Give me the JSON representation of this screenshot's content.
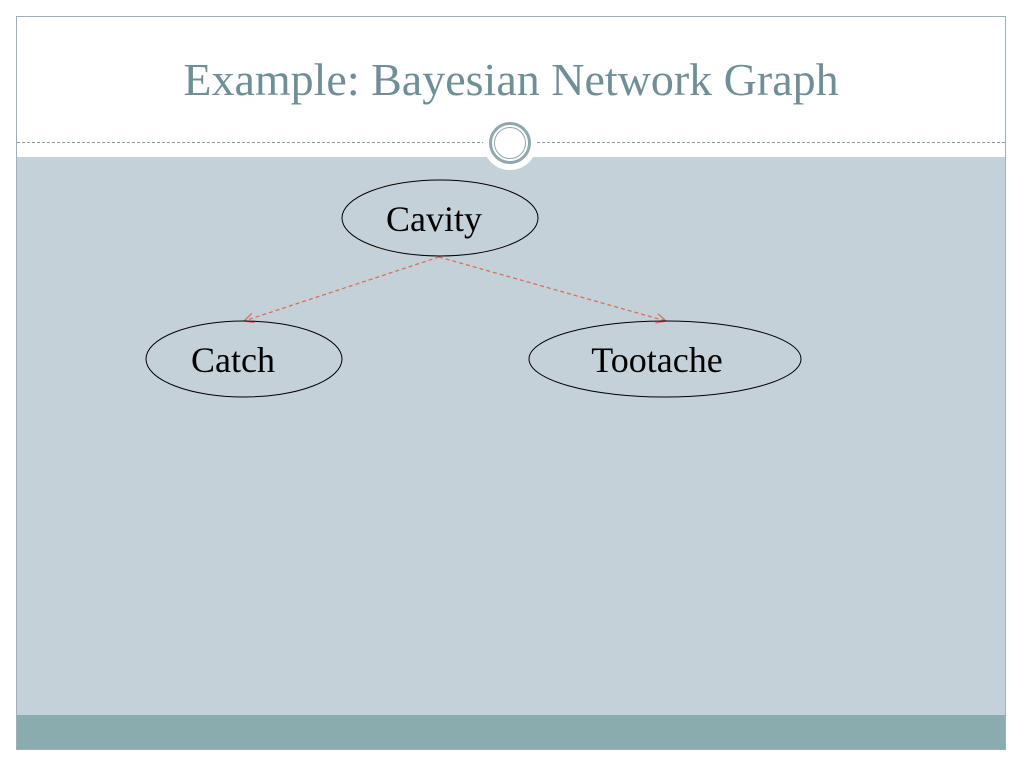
{
  "slide": {
    "title": "Example: Bayesian Network Graph"
  },
  "diagram": {
    "nodes": [
      {
        "id": "cavity",
        "label": "Cavity"
      },
      {
        "id": "catch",
        "label": "Catch"
      },
      {
        "id": "tootache",
        "label": "Tootache"
      }
    ],
    "edges": [
      {
        "from": "cavity",
        "to": "catch"
      },
      {
        "from": "cavity",
        "to": "tootache"
      }
    ],
    "colors": {
      "edge": "#d9705a",
      "node_stroke": "#000000",
      "title": "#6f8f97",
      "background": "#c5d1d8",
      "footer": "#8bacae"
    }
  }
}
